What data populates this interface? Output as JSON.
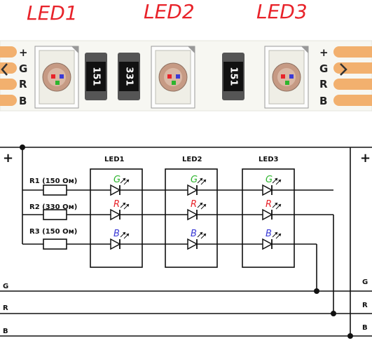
{
  "strip": {
    "led_titles": [
      "LED1",
      "LED2",
      "LED3"
    ],
    "title_color": "#e8232a",
    "pad_labels": [
      "+",
      "G",
      "R",
      "B"
    ],
    "resistor_codes": [
      "151",
      "331",
      "151"
    ],
    "pcb_color": "#f7f7f2",
    "pad_color": "#f2b06e"
  },
  "schematic": {
    "rail_plus_label": "+",
    "resistors": [
      "R1 (150 Ом)",
      "R2 (330 Ом)",
      "R3 (150 Ом)"
    ],
    "led_boxes": [
      "LED1",
      "LED2",
      "LED3"
    ],
    "channel_letters": [
      "G",
      "R",
      "B"
    ],
    "channel_colors": {
      "G": "#2db52d",
      "R": "#e8232a",
      "B": "#3a3ad6"
    },
    "bus_labels": [
      "G",
      "R",
      "B"
    ]
  },
  "icons": {
    "led_symbol": "diode-with-arrows-icon",
    "resistor_symbol": "rectangle-resistor-icon",
    "junction": "filled-dot-icon"
  }
}
